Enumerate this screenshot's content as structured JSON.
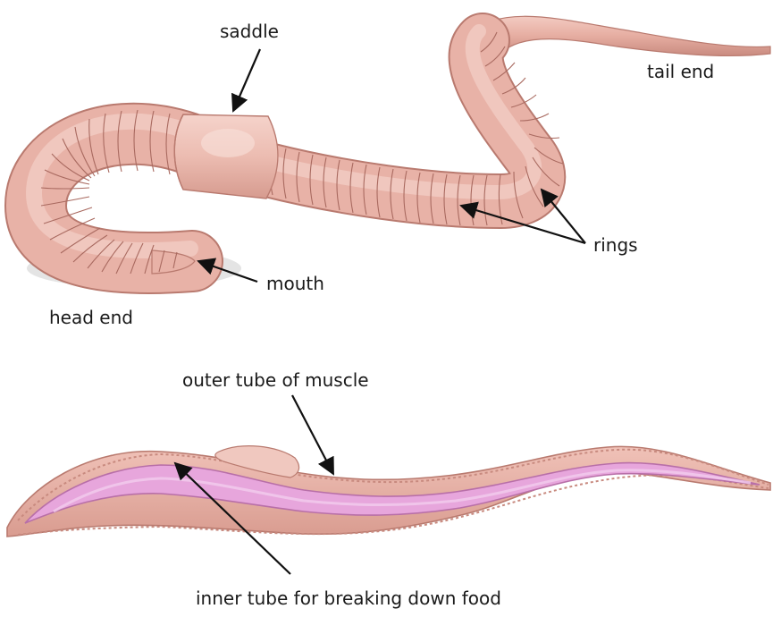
{
  "labels": {
    "saddle": "saddle",
    "tail_end": "tail end",
    "rings": "rings",
    "mouth": "mouth",
    "head_end": "head end",
    "outer_tube": "outer tube of muscle",
    "inner_tube": "inner tube for breaking down food"
  },
  "colors": {
    "skin": "#e9b5aa",
    "skin_dark": "#b97a6f",
    "ring_line": "#a96a60",
    "saddle": "#eec3b9",
    "gut": "#e7a6dc",
    "gut_edge": "#b86fa8",
    "arrow": "#111111",
    "shadow": "#dddddd"
  }
}
